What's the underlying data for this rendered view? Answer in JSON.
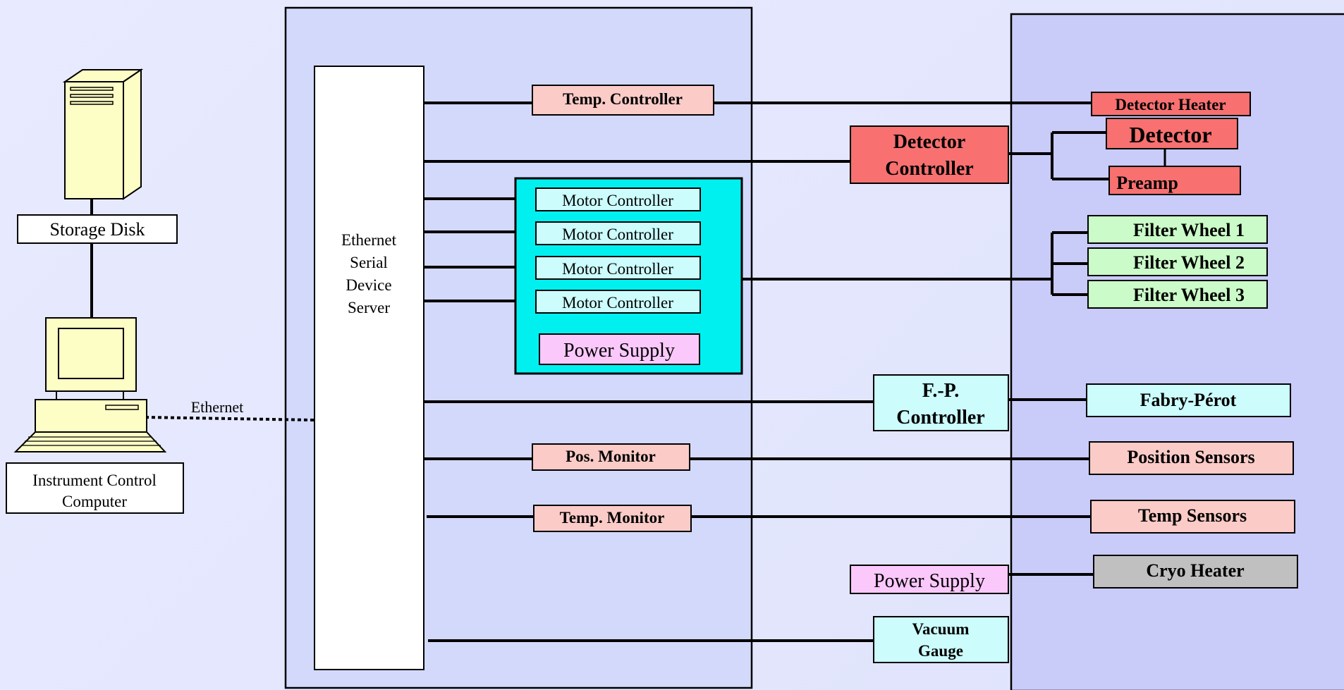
{
  "colors": {
    "background": "#e4e7fd",
    "electronics_rack": "#d3d9fb",
    "instrument": "#c9cbf9",
    "server_box": "#ffffff",
    "light_red": "#fbcbc7",
    "red": "#f87070",
    "light_cyan": "#ccfcfc",
    "cyan": "#00f0f0",
    "pink": "#fbc8fb",
    "light_green": "#cbfbc8",
    "gray": "#c0c0c0",
    "computer_yellow": "#fdfdc6",
    "line": "#000000"
  },
  "computer_side": {
    "storage_disk": "Storage Disk",
    "instrument_computer_line1": "Instrument Control",
    "instrument_computer_line2": "Computer",
    "ethernet_label": "Ethernet"
  },
  "rack": {
    "server_line1": "Ethernet",
    "server_line2": "Serial",
    "server_line3": "Device",
    "server_line4": "Server",
    "temp_controller": "Temp. Controller",
    "motor_controller_1": "Motor Controller",
    "motor_controller_2": "Motor Controller",
    "motor_controller_3": "Motor Controller",
    "motor_controller_4": "Motor Controller",
    "motor_power_supply": "Power Supply",
    "pos_monitor": "Pos. Monitor",
    "temp_monitor": "Temp. Monitor"
  },
  "middle": {
    "detector_controller_line1": "Detector",
    "detector_controller_line2": "Controller",
    "fp_controller_line1": "F.-P.",
    "fp_controller_line2": "Controller",
    "power_supply": "Power Supply",
    "vacuum_gauge_line1": "Vacuum",
    "vacuum_gauge_line2": "Gauge"
  },
  "instrument": {
    "detector_heater": "Detector Heater",
    "detector": "Detector",
    "preamp": "Preamp",
    "filter_wheel_1": "Filter Wheel 1",
    "filter_wheel_2": "Filter Wheel 2",
    "filter_wheel_3": "Filter Wheel 3",
    "fabry_perot": "Fabry-Pérot",
    "position_sensors": "Position Sensors",
    "temp_sensors": "Temp Sensors",
    "cryo_heater": "Cryo Heater"
  }
}
